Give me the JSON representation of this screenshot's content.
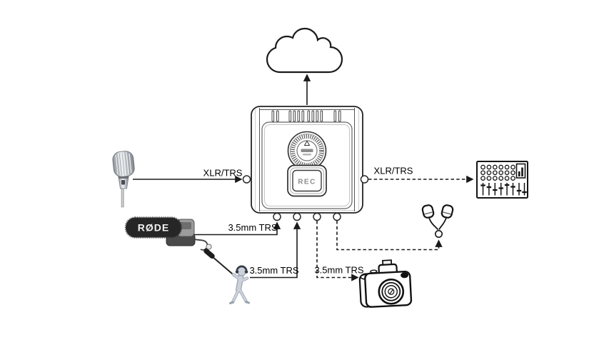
{
  "diagram": {
    "type": "audio-recorder-connection-diagram",
    "device": {
      "rec_label": "REC"
    },
    "rode": {
      "brand": "RØDE"
    },
    "connections": [
      {
        "id": "mic-to-recorder",
        "label": "XLR/TRS",
        "from": "vintage-microphone",
        "to": "recorder-left-input",
        "line": "solid"
      },
      {
        "id": "recorder-to-mixer",
        "label": "XLR/TRS",
        "from": "recorder-right-output",
        "to": "mixing-console",
        "line": "dashed"
      },
      {
        "id": "shotgun-to-recorder",
        "label": "3.5mm TRS",
        "from": "rode-shotgun-mic",
        "to": "recorder-bottom-jack-1",
        "line": "solid"
      },
      {
        "id": "boom-to-recorder",
        "label": "3.5mm TRS",
        "from": "boom-operator-mic",
        "to": "recorder-bottom-jack-2",
        "line": "solid"
      },
      {
        "id": "recorder-to-camera",
        "label": "3.5mm TRS",
        "from": "recorder-bottom-jack-3",
        "to": "dslr-camera",
        "line": "dashed"
      },
      {
        "id": "recorder-to-earbuds",
        "label": "",
        "from": "recorder-bottom-jack-4",
        "to": "earbuds",
        "line": "dashed"
      },
      {
        "id": "recorder-to-cloud",
        "label": "",
        "from": "recorder-top",
        "to": "cloud",
        "line": "solid"
      }
    ],
    "icons": {
      "cloud": "cloud-outline",
      "vintage_mic": "vintage-dynamic-microphone",
      "shotgun_mic": "rode-videomic-shotgun",
      "boom_operator": "figure-with-boom-mic",
      "camera": "dslr-camera",
      "earbuds": "earbuds-with-jack",
      "mixer": "audio-mixing-console",
      "dial": "recorder-level-dial",
      "rec_button": "record-button"
    },
    "colors": {
      "line": "#1a1a1a",
      "background": "#ffffff"
    }
  }
}
